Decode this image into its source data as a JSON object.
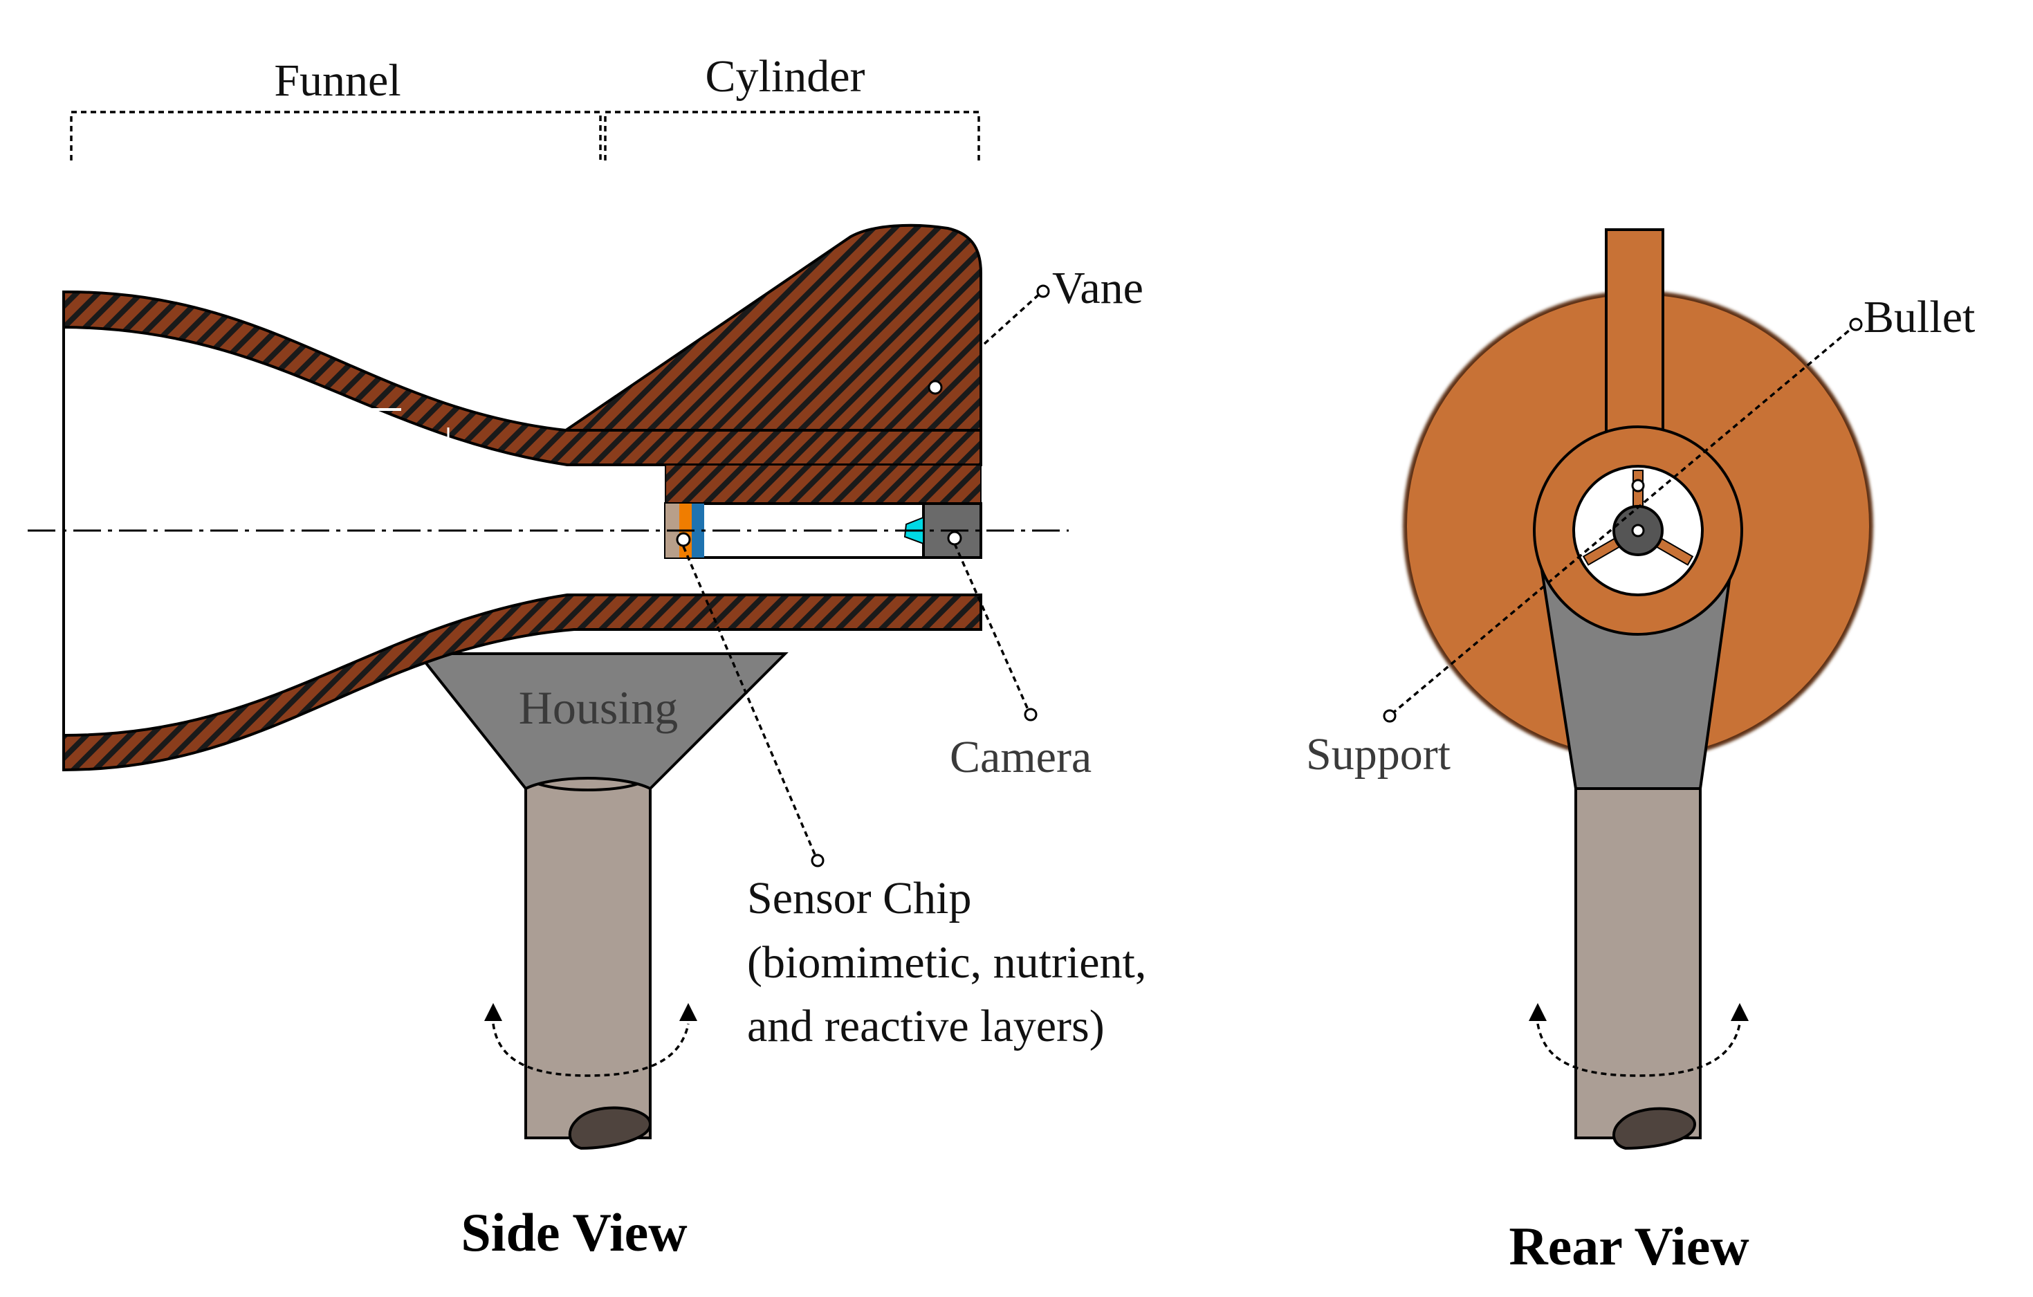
{
  "side_view": {
    "title": "Side View",
    "funnel_label": "Funnel",
    "cylinder_label": "Cylinder",
    "vane_label": "Vane",
    "housing_label": "Housing",
    "camera_label": "Camera",
    "sensor_chip_lines": [
      "Sensor Chip",
      "(biomimetic, nutrient,",
      "and reactive layers)"
    ]
  },
  "rear_view": {
    "title": "Rear View",
    "bullet_label": "Bullet",
    "support_label": "Support"
  },
  "colors": {
    "hatch_fill": "#8a3d1c",
    "hatch_line": "#1a1a1a",
    "vane_disc": "#c87236",
    "housing_grey": "#808080",
    "pole": "#ab9e95",
    "camera_grey": "#6a6a6a",
    "chip_orange": "#f07d00",
    "chip_blue": "#1f73b0",
    "chip_tan": "#b89f8a",
    "lens_cyan": "#00d9e5",
    "pole_end": "#4f443e",
    "bullet_dark": "#555555"
  }
}
